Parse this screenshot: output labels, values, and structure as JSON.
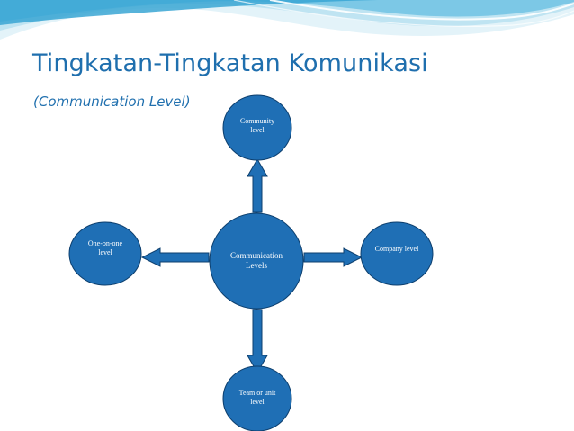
{
  "slide": {
    "title": "Tingkatan-Tingkatan Komunikasi",
    "subtitle": "(Communication Level)"
  },
  "diagram": {
    "center": {
      "line1": "Communication",
      "line2": "Levels"
    },
    "top": {
      "line1": "Community",
      "line2": "level"
    },
    "left": {
      "line1": "One-on-one",
      "line2": "level"
    },
    "right": {
      "line1": "Company level",
      "line2": ""
    },
    "bottom": {
      "line1": "Team or unit",
      "line2": "level"
    }
  },
  "colors": {
    "node_fill": "#1f6fb5",
    "node_stroke": "#0d3f6e",
    "arrow_fill": "#1f6fb5",
    "title": "#1f6fae",
    "wave_light": "#cfe9f3",
    "wave_mid": "#8fd0e8",
    "wave_dark": "#3aa6d3"
  }
}
